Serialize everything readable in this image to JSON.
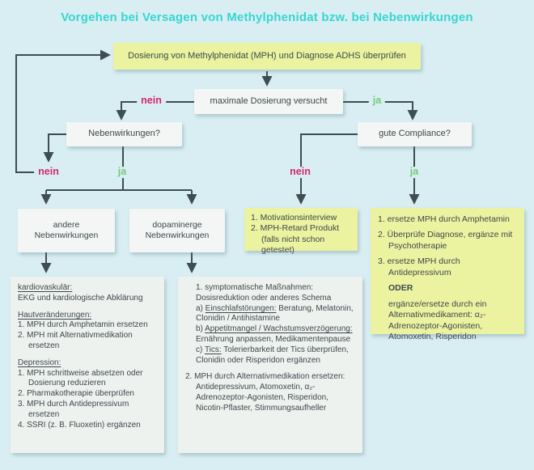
{
  "title": "Vorgehen bei Versagen von Methylphenidat bzw. bei Nebenwirkungen",
  "nodes": {
    "check_dosage": "Dosierung von Methylphenidat (MPH) und Diagnose ADHS überprüfen",
    "max_dosage": "maximale Dosierung versucht",
    "side_effects": "Nebenwirkungen?",
    "compliance": "gute Compliance?",
    "other_side_effects": "andere Nebenwirkungen",
    "dopaminergic_side_effects": "dopaminerge Nebenwirkungen"
  },
  "decision_labels": {
    "nein_max": "nein",
    "ja_max": "ja",
    "nein_side_effects": "nein",
    "ja_side_effects": "ja",
    "nein_compliance": "nein",
    "ja_compliance": "ja"
  },
  "motivation_box": {
    "line1": "1. Motivationsinterview",
    "line2": "2. MPH-Retard Produkt",
    "line3": "(falls nicht schon getestet)"
  },
  "compliance_yes_box": {
    "item1": "1. ersetze MPH durch Amphetamin",
    "item2": "2. Überprüfe Diagnose, ergänze mit Psychotherapie",
    "item3": "3. ersetze MPH durch Antidepressivum",
    "oder": "ODER",
    "alternative": "ergänze/ersetze durch ein Alternativmedikament: α₂-Adrenozeptor-Agonisten, Atomoxetin, Risperidon"
  },
  "other_effects_box": {
    "kardio_header": "kardiovaskulär:",
    "kardio_body": "EKG und kardiologische Abklärung",
    "haut_header": "Hautveränderungen:",
    "haut_item1": "1. MPH durch Amphetamin ersetzen",
    "haut_item2": "2. MPH mit Alternativmedikation ersetzen",
    "depression_header": "Depression:",
    "dep_item1": "1. MPH schrittweise absetzen oder Dosierung reduzieren",
    "dep_item2": "2. Pharmakotherapie überprüfen",
    "dep_item3": "3. MPH durch Antidepressivum ersetzen",
    "dep_item4": "4. SSRI (z. B. Fluoxetin) ergänzen"
  },
  "dopaminergic_box": {
    "item1_line1": "1. symptomatische Maßnahmen:",
    "item1_line2": "Dosisreduktion oder anderes Schema",
    "a_prefix": "a) ",
    "a_term": "Einschlafstörungen:",
    "a_rest": " Beratung, Melatonin, Clonidin / Antihistamine",
    "b_prefix": "b) ",
    "b_term": "Appetitmangel / Wachstumsverzögerung:",
    "b_rest": " Ernährung anpassen, Medikamentenpause",
    "c_prefix": "c) ",
    "c_term": "Tics:",
    "c_rest": " Tolerierbarkeit der Tics überprüfen, Clonidin oder Risperidon ergänzen",
    "item2": "2. MPH durch Alternativmedikation ersetzen: Antidepressivum, Atomoxetin, α₂-Adrenozeptor-Agonisten, Risperidon, Nicotin-Pflaster, Stimmungsaufheller"
  },
  "colors": {
    "background": "#d9eef2",
    "title": "#35d6d3",
    "yellow_box": "#ecf3a0",
    "white_box": "#f3f6f4",
    "gray_box": "#eef2ef",
    "text": "#3d474c",
    "line": "#3e4d52",
    "nein": "#d3276f",
    "ja": "#74cb79"
  }
}
